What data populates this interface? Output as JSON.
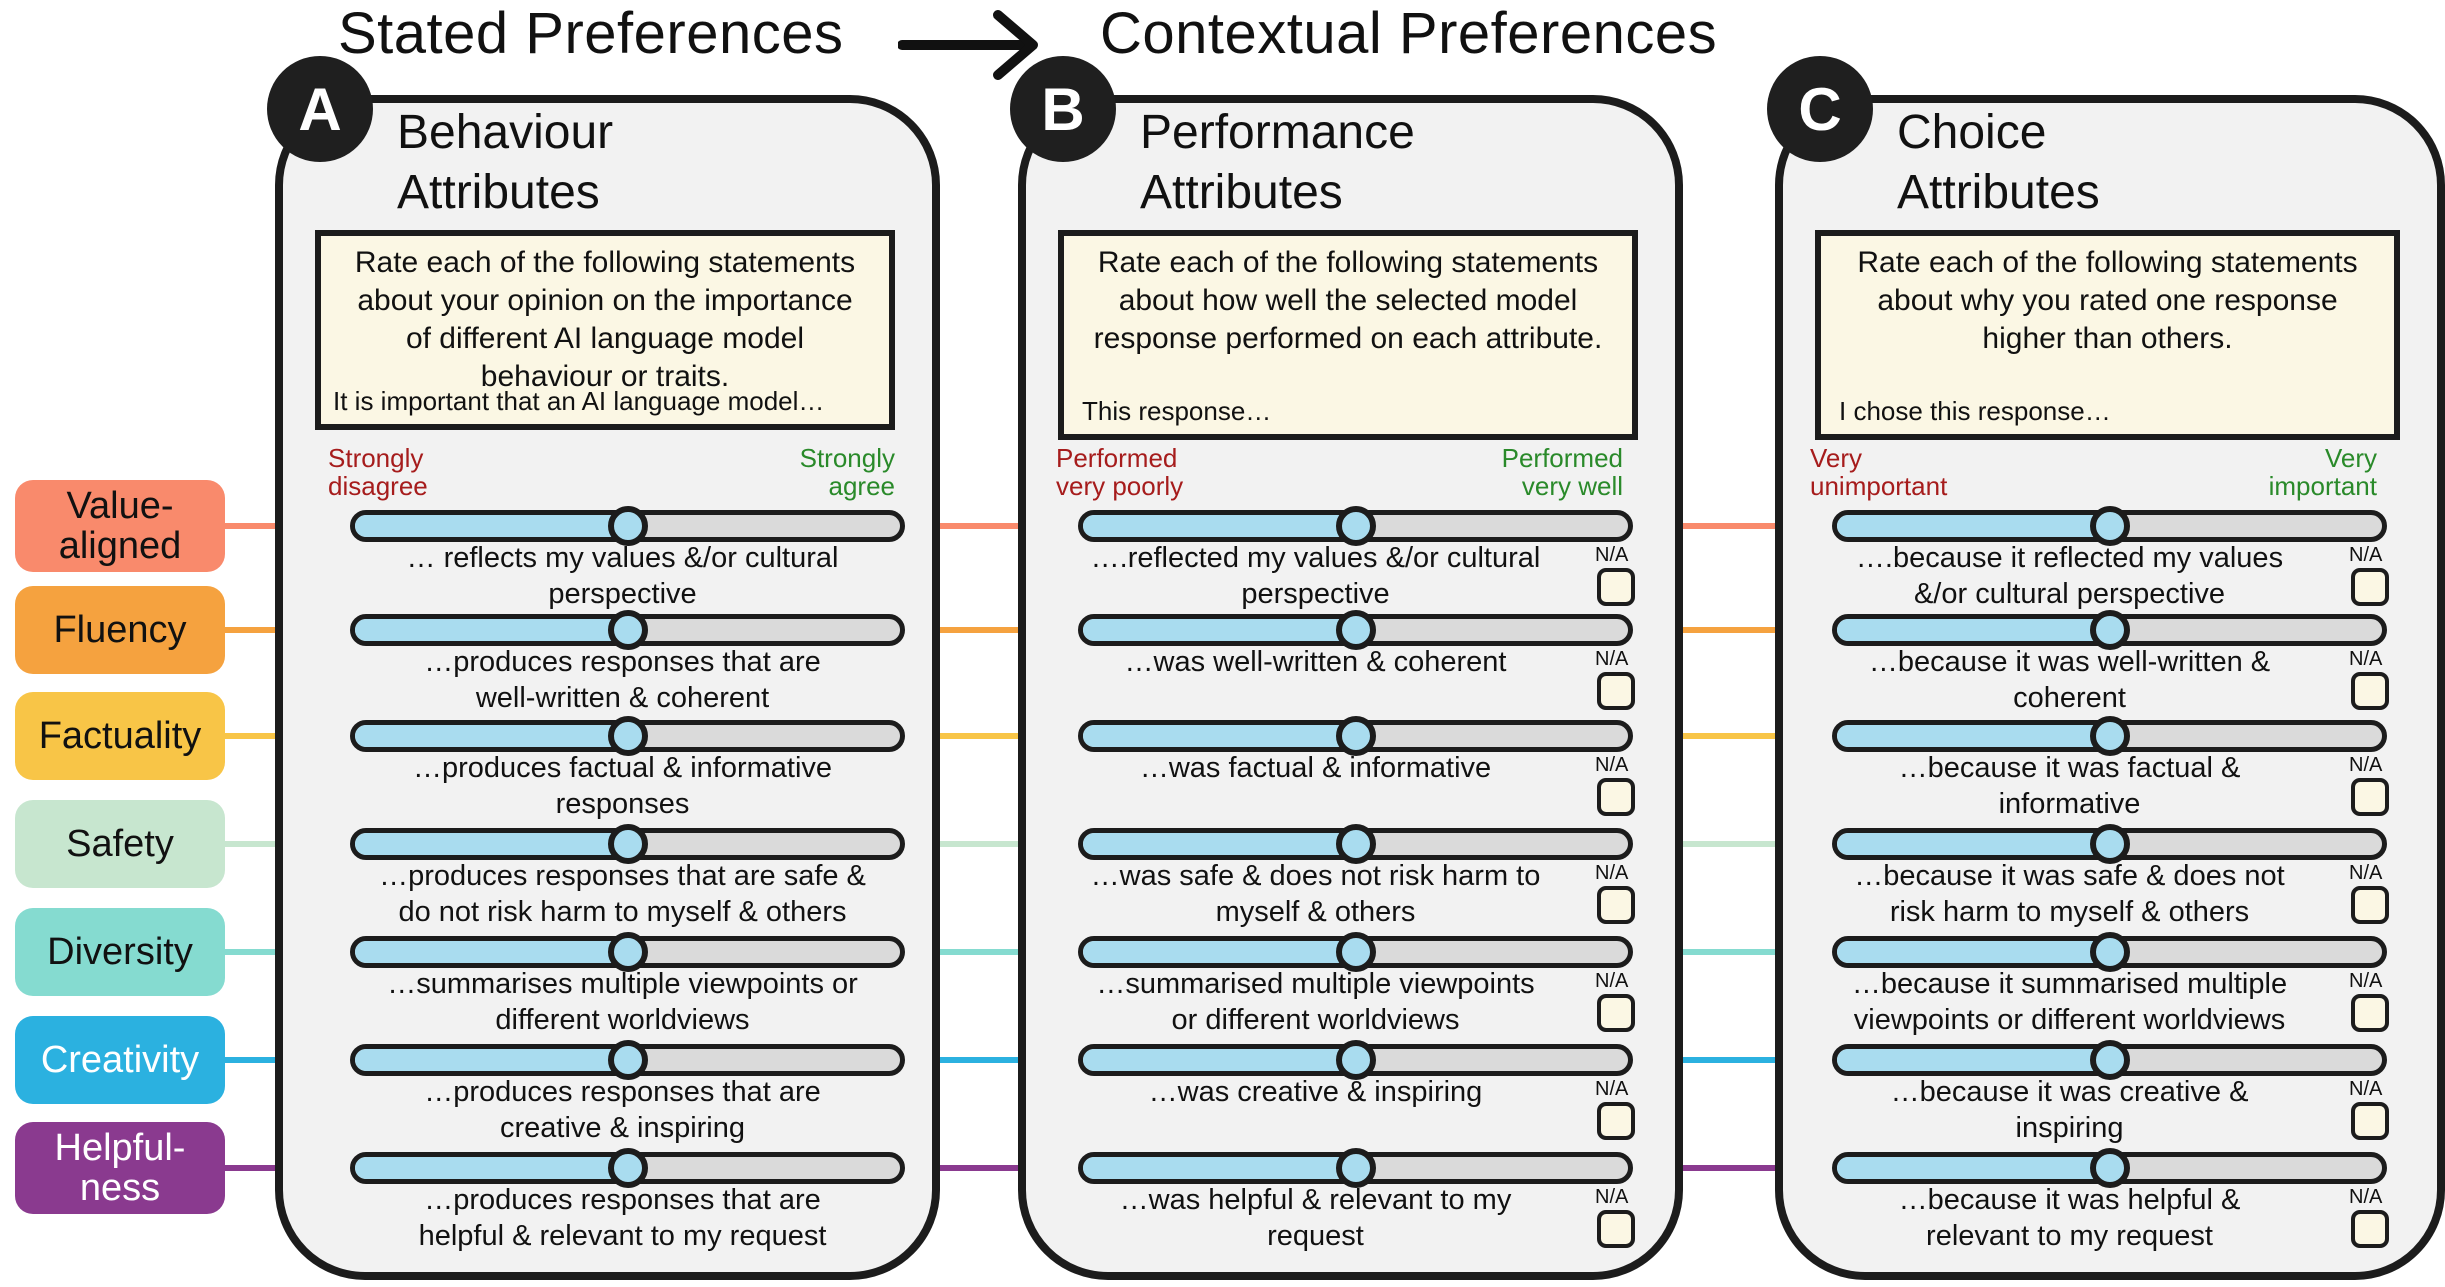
{
  "header": {
    "stated": "Stated Preferences",
    "contextual": "Contextual Preferences"
  },
  "attributes": [
    {
      "label": "Value-\naligned",
      "color": "#f98a6c",
      "text_color": "#111111"
    },
    {
      "label": "Fluency",
      "color": "#f5a23f",
      "text_color": "#111111"
    },
    {
      "label": "Factuality",
      "color": "#f8c547",
      "text_color": "#111111"
    },
    {
      "label": "Safety",
      "color": "#c7e6cf",
      "text_color": "#111111"
    },
    {
      "label": "Diversity",
      "color": "#85dbd0",
      "text_color": "#111111"
    },
    {
      "label": "Creativity",
      "color": "#2bb1e0",
      "text_color": "#ffffff"
    },
    {
      "label": "Helpful-\nness",
      "color": "#8a3a8f",
      "text_color": "#ffffff"
    }
  ],
  "panels": [
    {
      "badge": "A",
      "title": "Behaviour\nAttributes",
      "instruction": "Rate each of the following statements\nabout your opinion on the importance\nof different AI language model\nbehaviour or traits.",
      "prefix": "It is important that an AI language model…",
      "scale_low": "Strongly\ndisagree",
      "scale_high": "Strongly\nagree",
      "na_label": "",
      "slider_value": 0.5,
      "statements": [
        "… reflects my values &/or cultural\nperspective",
        "…produces responses that are\nwell-written & coherent",
        "…produces factual & informative\nresponses",
        "…produces responses that are safe &\ndo not risk harm to myself & others",
        "…summarises multiple viewpoints or\ndifferent worldviews",
        "…produces responses that are\ncreative & inspiring",
        "…produces responses that are\nhelpful & relevant to my request"
      ]
    },
    {
      "badge": "B",
      "title": "Performance\nAttributes",
      "instruction": "Rate each of the following statements\nabout how well the selected model\nresponse performed on each attribute.",
      "prefix": "This response…",
      "scale_low": "Performed\nvery poorly",
      "scale_high": "Performed\nvery well",
      "na_label": "N/A",
      "slider_value": 0.5,
      "statements": [
        "….reflected my values &/or cultural\nperspective",
        "…was  well-written & coherent",
        "…was factual & informative",
        "…was safe & does not risk harm to\nmyself & others",
        "…summarised multiple viewpoints\nor different worldviews",
        "…was creative & inspiring",
        "…was helpful & relevant to my\nrequest"
      ]
    },
    {
      "badge": "C",
      "title": "Choice\nAttributes",
      "instruction": "Rate each of the following statements\nabout why you rated one response\nhigher than others.",
      "prefix": "I chose this response…",
      "scale_low": "Very\nunimportant",
      "scale_high": "Very\nimportant",
      "na_label": "N/A",
      "slider_value": 0.5,
      "statements": [
        "….because it reflected my values\n&/or cultural perspective",
        "…because it was  well-written &\ncoherent",
        "…because it was factual &\ninformative",
        "…because it was safe & does not\nrisk harm to myself & others",
        "…because it summarised multiple\nviewpoints or different worldviews",
        "…because it was creative &\ninspiring",
        "…because it was helpful &\nrelevant to my request"
      ]
    }
  ]
}
